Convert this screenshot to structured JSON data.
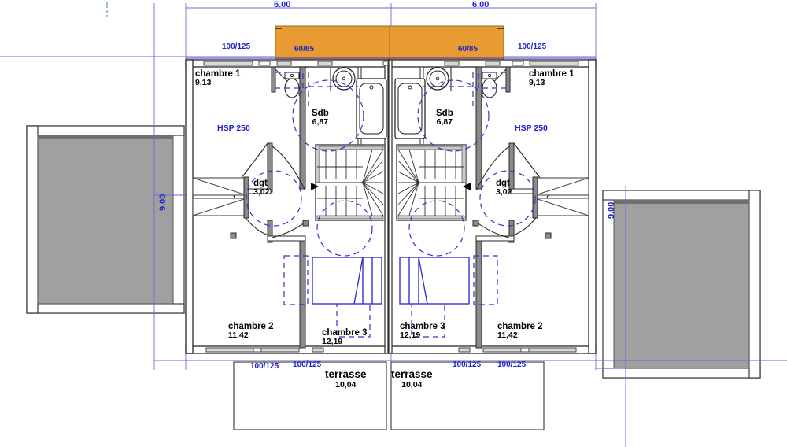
{
  "drawing": {
    "type": "architectural-floor-plan",
    "title_visible": false,
    "colors": {
      "dimension_blue": "#2222cc",
      "line_black": "#1a1a1a",
      "wall_gray": "#6e6e6e",
      "roof_orange": "#e89a33",
      "terrain_gray": "#a0a0a0",
      "green_mark": "#9dc99d"
    }
  },
  "dimensions": {
    "top_left_span": "6.00",
    "top_right_span": "6.00",
    "left_vertical": "9.00",
    "right_vertical": "9.00"
  },
  "openings": {
    "top_left_window": "100/125",
    "top_right_window": "100/125",
    "roof_left": "60/85",
    "roof_right": "60/85",
    "bottom_1": "100/125",
    "bottom_2": "100/125",
    "bottom_3": "100/125",
    "bottom_4": "100/125"
  },
  "heights": {
    "left": "HSP 250",
    "right": "HSP 250"
  },
  "units": {
    "left": {
      "rooms": [
        {
          "name": "chambre 1",
          "area": "9,13",
          "key": "chambre-1"
        },
        {
          "name": "Sdb",
          "area": "6,87",
          "key": "sdb"
        },
        {
          "name": "dgt",
          "area": "3,02",
          "key": "dgt"
        },
        {
          "name": "chambre 2",
          "area": "11,42",
          "key": "chambre-2"
        },
        {
          "name": "chambre 3",
          "area": "12,19",
          "key": "chambre-3"
        }
      ],
      "terrace": {
        "name": "terrasse",
        "area": "10,04"
      }
    },
    "right": {
      "rooms": [
        {
          "name": "chambre 1",
          "area": "9,13",
          "key": "chambre-1"
        },
        {
          "name": "Sdb",
          "area": "6,87",
          "key": "sdb"
        },
        {
          "name": "dgt",
          "area": "3,02",
          "key": "dgt"
        },
        {
          "name": "chambre 2",
          "area": "11,42",
          "key": "chambre-2"
        },
        {
          "name": "chambre 3",
          "area": "12,19",
          "key": "chambre-3"
        }
      ],
      "terrace": {
        "name": "terrasse",
        "area": "10,04"
      }
    }
  }
}
